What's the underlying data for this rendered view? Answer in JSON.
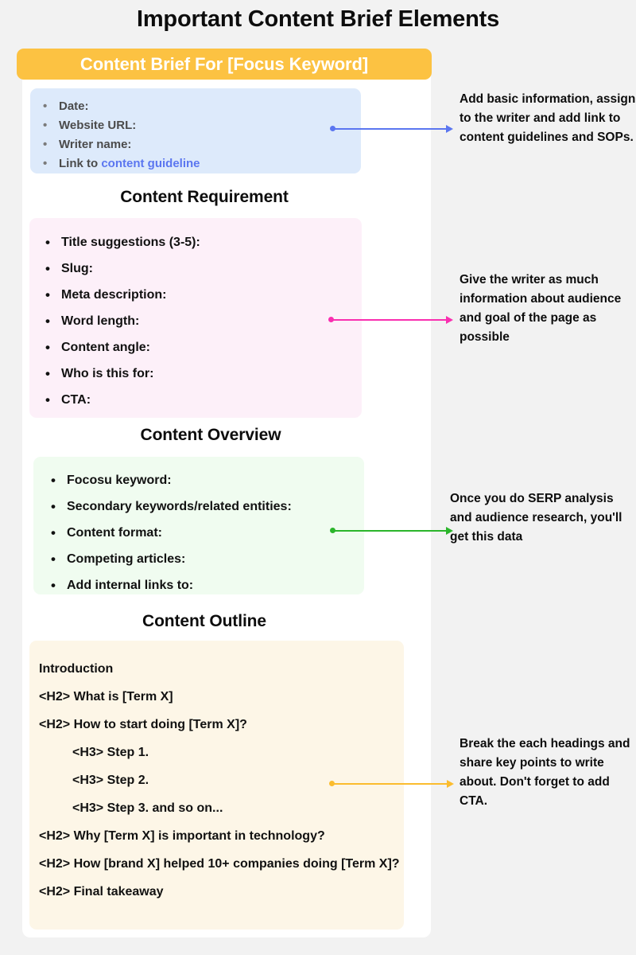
{
  "page": {
    "title": "Important Content Brief Elements",
    "background_color": "#f2f2f2"
  },
  "banner": {
    "label": "Content Brief For [Focus Keyword]",
    "background_color": "#fcc242",
    "text_color": "#ffffff"
  },
  "sections": {
    "basic": {
      "block_color": "#ddeafb",
      "items": [
        {
          "text": "Date:"
        },
        {
          "text": "Website URL:"
        },
        {
          "text": "Writer name:"
        },
        {
          "text": "Link to ",
          "link_text": "content guideline",
          "link_color": "#5b76f0"
        }
      ]
    },
    "requirement": {
      "heading": "Content Requirement",
      "block_color": "#fdf0f9",
      "items": [
        "Title suggestions (3-5):",
        "Slug:",
        "Meta description:",
        "Word length:",
        "Content angle:",
        "Who is this for:",
        "CTA:"
      ]
    },
    "overview": {
      "heading": "Content Overview",
      "block_color": "#f0fcf0",
      "items": [
        "Focosu keyword:",
        "Secondary keywords/related entities:",
        "Content format:",
        "Competing articles:",
        "Add internal links to:"
      ]
    },
    "outline": {
      "heading": "Content Outline",
      "block_color": "#fdf6e7",
      "rows": [
        {
          "text": "Introduction",
          "indent": false
        },
        {
          "text": "<H2> What is [Term X]",
          "indent": false
        },
        {
          "text": "<H2> How to start doing [Term X]?",
          "indent": false
        },
        {
          "text": "<H3> Step 1.",
          "indent": true
        },
        {
          "text": "<H3> Step 2.",
          "indent": true
        },
        {
          "text": "<H3> Step 3. and so on...",
          "indent": true
        },
        {
          "text": "<H2> Why [Term X] is important in technology?",
          "indent": false
        },
        {
          "text": "<H2> How [brand X] helped 10+ companies doing [Term X]?",
          "indent": false,
          "wrap": true
        },
        {
          "text": "<H2> Final takeaway",
          "indent": false
        }
      ]
    }
  },
  "annotations": [
    {
      "text": "Add basic information, assign to the writer and add link to content guidelines and SOPs.",
      "arrow_color": "#5b76f0"
    },
    {
      "text": "Give the writer as much information about audience and goal of the page as possible",
      "arrow_color": "#f92fb0"
    },
    {
      "text": "Once you do SERP analysis and audience research, you'll get this data",
      "arrow_color": "#2bb52b"
    },
    {
      "text": "Break the each headings and share key points to write about. Don't forget to add CTA.",
      "arrow_color": "#fbbc2e"
    }
  ]
}
